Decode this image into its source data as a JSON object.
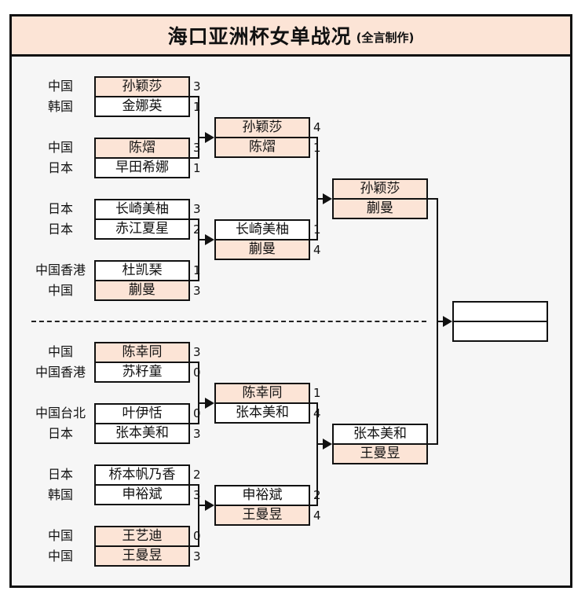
{
  "title": {
    "main": "海口亚洲杯女单战况",
    "sub": "(全言制作)"
  },
  "colors": {
    "highlight": "#fce4d6",
    "canvas_bg": "#f6f6f6",
    "line": "#111111"
  },
  "bracket": {
    "round1": [
      {
        "players": [
          {
            "country": "中国",
            "name": "孙颖莎",
            "score": "3",
            "highlight": true
          },
          {
            "country": "韩国",
            "name": "金娜英",
            "score": "1",
            "highlight": false
          }
        ]
      },
      {
        "players": [
          {
            "country": "中国",
            "name": "陈熠",
            "score": "3",
            "highlight": true
          },
          {
            "country": "日本",
            "name": "早田希娜",
            "score": "1",
            "highlight": false
          }
        ]
      },
      {
        "players": [
          {
            "country": "日本",
            "name": "长崎美柚",
            "score": "3",
            "highlight": false
          },
          {
            "country": "日本",
            "name": "赤江夏星",
            "score": "2",
            "highlight": false
          }
        ]
      },
      {
        "players": [
          {
            "country": "中国香港",
            "name": "杜凯琹",
            "score": "1",
            "highlight": false
          },
          {
            "country": "中国",
            "name": "蒯曼",
            "score": "3",
            "highlight": true
          }
        ]
      },
      {
        "players": [
          {
            "country": "中国",
            "name": "陈幸同",
            "score": "3",
            "highlight": true
          },
          {
            "country": "中国香港",
            "name": "苏籽童",
            "score": "0",
            "highlight": false
          }
        ]
      },
      {
        "players": [
          {
            "country": "中国台北",
            "name": "叶伊恬",
            "score": "0",
            "highlight": false
          },
          {
            "country": "日本",
            "name": "张本美和",
            "score": "3",
            "highlight": false
          }
        ]
      },
      {
        "players": [
          {
            "country": "日本",
            "name": "桥本帆乃香",
            "score": "2",
            "highlight": false
          },
          {
            "country": "韩国",
            "name": "申裕斌",
            "score": "3",
            "highlight": false
          }
        ]
      },
      {
        "players": [
          {
            "country": "中国",
            "name": "王艺迪",
            "score": "0",
            "highlight": true
          },
          {
            "country": "中国",
            "name": "王曼昱",
            "score": "3",
            "highlight": true
          }
        ]
      }
    ],
    "quarterfinals": [
      {
        "players": [
          {
            "name": "孙颖莎",
            "score": "4",
            "highlight": true
          },
          {
            "name": "陈熠",
            "score": "1",
            "highlight": true
          }
        ]
      },
      {
        "players": [
          {
            "name": "长崎美柚",
            "score": "1",
            "highlight": false
          },
          {
            "name": "蒯曼",
            "score": "4",
            "highlight": true
          }
        ]
      },
      {
        "players": [
          {
            "name": "陈幸同",
            "score": "1",
            "highlight": true
          },
          {
            "name": "张本美和",
            "score": "4",
            "highlight": false
          }
        ]
      },
      {
        "players": [
          {
            "name": "申裕斌",
            "score": "2",
            "highlight": false
          },
          {
            "name": "王曼昱",
            "score": "4",
            "highlight": true
          }
        ]
      }
    ],
    "semifinals": [
      {
        "players": [
          {
            "name": "孙颖莎",
            "highlight": true
          },
          {
            "name": "蒯曼",
            "highlight": true
          }
        ]
      },
      {
        "players": [
          {
            "name": "张本美和",
            "highlight": false
          },
          {
            "name": "王曼昱",
            "highlight": true
          }
        ]
      }
    ],
    "final": {
      "players": [
        {
          "name": "",
          "highlight": false
        },
        {
          "name": "",
          "highlight": false
        }
      ]
    }
  }
}
